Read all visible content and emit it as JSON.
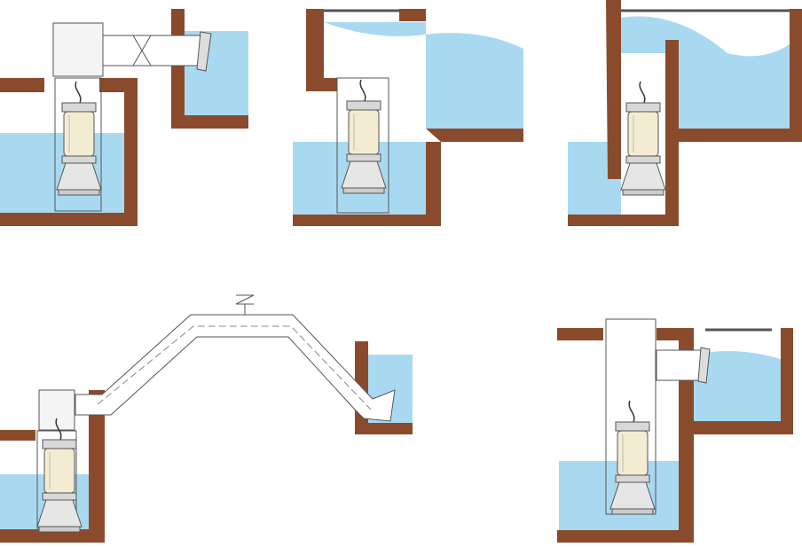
{
  "colors": {
    "wall": "#8a4b2c",
    "water": "#a9d9f1",
    "pump_body": "#f3ecd2",
    "pump_outline": "#555555",
    "pipe": "#ffffff",
    "background": "#ffffff"
  },
  "diagram": {
    "panels": [
      {
        "id": "wet-pit-discharge-pipe-valve"
      },
      {
        "id": "column-into-upper-tank"
      },
      {
        "id": "column-with-side-wall-tank"
      },
      {
        "id": "siphon-pipe-over-hill"
      },
      {
        "id": "tall-column-side-discharge"
      }
    ]
  }
}
